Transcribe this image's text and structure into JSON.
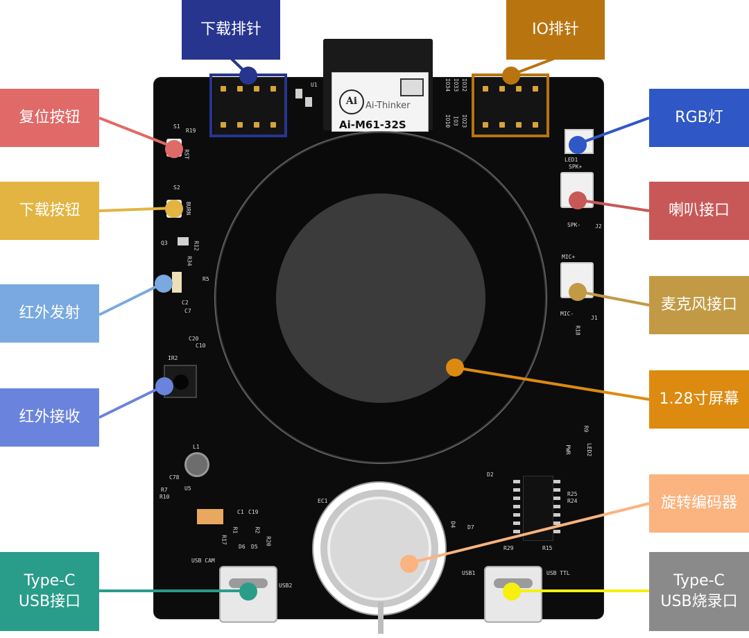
{
  "labels": {
    "download_header": "下载排针",
    "io_header": "IO排针",
    "reset_button": "复位按钮",
    "download_button": "下载按钮",
    "ir_transmit": "红外发射",
    "ir_receive": "红外接收",
    "typec_usb_line1": "Type-C",
    "typec_usb_line2": "USB接口",
    "rgb_led": "RGB灯",
    "speaker_port": "喇叭接口",
    "mic_port": "麦克风接口",
    "screen": "1.28寸屏幕",
    "rotary_encoder": "旋转编码器",
    "typec_flash_line1": "Type-C",
    "typec_flash_line2": "USB烧录口"
  },
  "module": {
    "logo": "Ai",
    "brand": "Ai-Thinker",
    "model": "Ai-M61-32S"
  },
  "silkscreen": {
    "u1": "U1",
    "s1": "S1",
    "rst": "RST",
    "r19": "R19",
    "s2": "S2",
    "burn": "BURN",
    "q3": "Q3",
    "r12": "R12",
    "r34": "R34",
    "r5": "R5",
    "c2": "C2",
    "c7": "C7",
    "c20": "C20",
    "c10": "C10",
    "ir2": "IR2",
    "l1": "L1",
    "c78": "C78",
    "r7": "R7",
    "r10": "R10",
    "u5": "U5",
    "ec1": "EC1",
    "c1": "C1",
    "c19": "C19",
    "r17": "R17",
    "r1": "R1",
    "r2": "R2",
    "d6": "D6",
    "d5": "D5",
    "r20": "R20",
    "usb_cam": "USB CAM",
    "usb2": "USB2",
    "led1": "LED1",
    "spk_plus": "SPK+",
    "spk_minus": "SPK-",
    "j2": "J2",
    "mic_plus": "MIC+",
    "mic_minus": "MIC-",
    "j1": "J1",
    "r18": "R18",
    "r9": "R9",
    "pwr": "PWR",
    "led2": "LED2",
    "d2": "D2",
    "r25": "R25",
    "r24": "R24",
    "d4": "D4",
    "d7": "D7",
    "r29": "R29",
    "r15": "R15",
    "usb1": "USB1",
    "usb_ttl": "USB TTL",
    "io34": "IO34",
    "io33": "IO33",
    "io32": "IO32",
    "io10": "IO10",
    "io3": "IO3",
    "io23": "IO23"
  },
  "colors": {
    "download_header": "#27358f",
    "io_header": "#b8740f",
    "reset_button": "#e06a68",
    "download_button": "#e3b442",
    "ir_transmit": "#79a9e0",
    "ir_receive": "#6a83dc",
    "typec_usb": "#2a9c8a",
    "rgb_led": "#2f58c6",
    "speaker_port": "#c85858",
    "mic_port": "#c29a45",
    "screen": "#dd8a10",
    "rotary_encoder": "#fbb37f",
    "typec_flash": "#8a8a8a",
    "typec_flash_dot": "#f5f010"
  }
}
